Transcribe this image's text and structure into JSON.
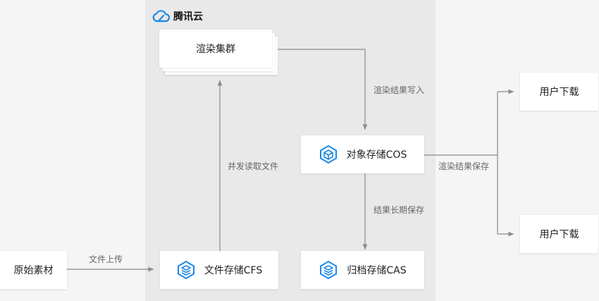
{
  "brand": {
    "name": "腾讯云",
    "icon": "tencent-cloud-logo-icon"
  },
  "nodes": {
    "source": "原始素材",
    "render_cluster": "渲染集群",
    "cos": "对象存储COS",
    "cfs": "文件存储CFS",
    "cas": "归档存储CAS",
    "user_download_1": "用户下载",
    "user_download_2": "用户下载"
  },
  "edges": {
    "upload": "文件上传",
    "concurrent_read": "并发读取文件",
    "write_result": "渲染结果写入",
    "long_term": "结果长期保存",
    "save_result": "渲染结果保存"
  },
  "colors": {
    "icon_accent": "#1e88e5",
    "line": "#8a8a8a",
    "cloud_bg": "#e9e9ea"
  }
}
